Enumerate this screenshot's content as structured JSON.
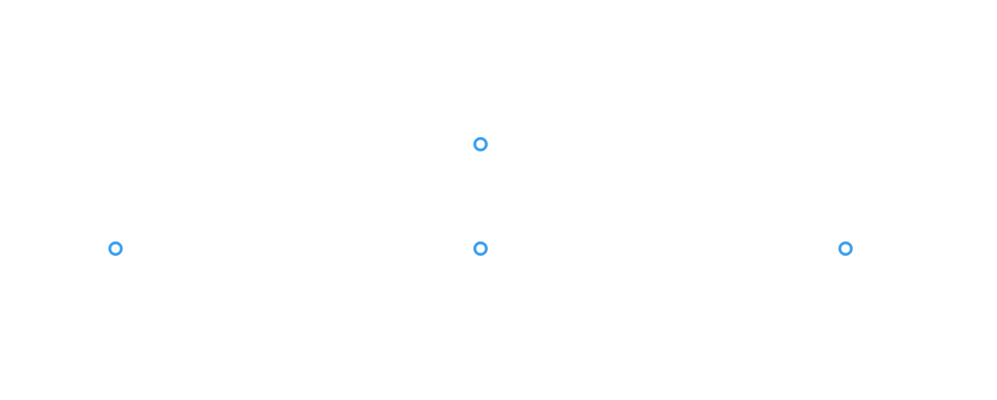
{
  "diagram": {
    "type": "node-graph",
    "background_color": "#ffffff",
    "node_color": "#3DA0EE",
    "node_style": "hollow-ring",
    "nodes": [
      {
        "id": "root",
        "level": 0,
        "order": 1,
        "label": ""
      },
      {
        "id": "child-left",
        "level": 1,
        "order": 0,
        "label": ""
      },
      {
        "id": "child-middle",
        "level": 1,
        "order": 1,
        "label": ""
      },
      {
        "id": "child-right",
        "level": 1,
        "order": 2,
        "label": ""
      }
    ],
    "edges": []
  }
}
